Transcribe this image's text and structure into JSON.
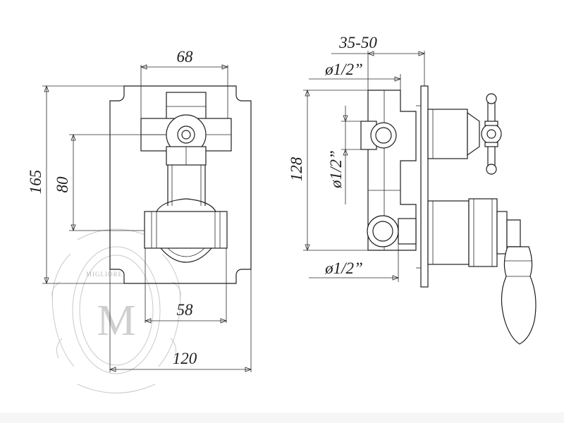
{
  "front_view": {
    "dim_width_top": "68",
    "dim_height_outer": "165",
    "dim_height_inner": "80",
    "dim_bottom_inner": "58",
    "dim_bottom_outer": "120"
  },
  "side_view": {
    "dim_depth": "35-50",
    "dim_top_outlet": "ø1/2”",
    "dim_height": "128",
    "dim_side_outlet": "ø1/2”",
    "dim_bottom_outlet": "ø1/2”"
  },
  "watermark": {
    "brand_text": "MIGLIORE",
    "monogram": "M"
  }
}
